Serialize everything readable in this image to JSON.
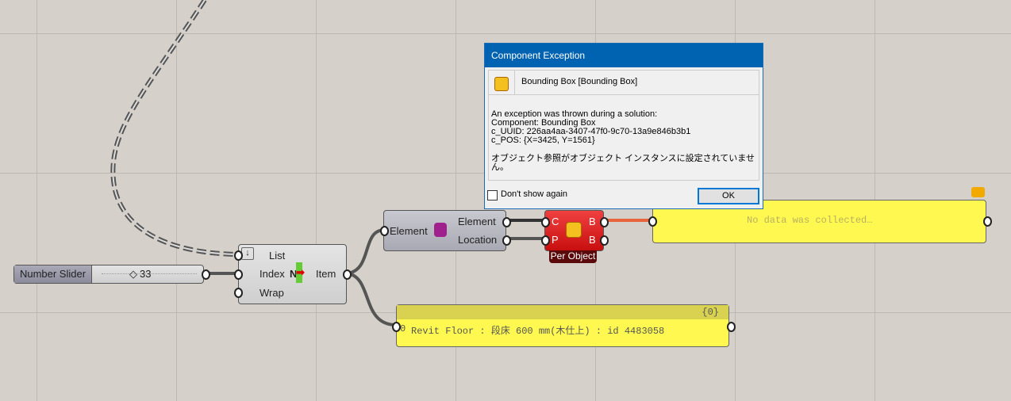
{
  "slider": {
    "label": "Number Slider",
    "value": "33"
  },
  "list_item": {
    "inputs": [
      "List",
      "Index",
      "Wrap"
    ],
    "output": "Item",
    "icon_letter": "N"
  },
  "element_comp": {
    "input": "Element",
    "outputs": [
      "Element",
      "Location"
    ]
  },
  "bbox_comp": {
    "inputs": [
      "C",
      "P"
    ],
    "outputs": [
      "B",
      "B"
    ],
    "tag": "Per Object"
  },
  "panel_empty": {
    "text": "No data was collected…"
  },
  "panel_data": {
    "path": "{0}",
    "index": "0",
    "value": "Revit Floor : 段床 600 mm(木仕上) : id 4483058"
  },
  "dialog": {
    "title": "Component Exception",
    "component": "Bounding Box [Bounding Box]",
    "lines": [
      "An exception was thrown during a solution:",
      "Component: Bounding Box",
      "c_UUID:  226aa4aa-3407-47f0-9c70-13a9e846b3b1",
      "c_POS: {X=3425, Y=1561}"
    ],
    "message": "オブジェクト参照がオブジェクト インスタンスに設定されていません。",
    "checkbox_label": "Don't show again",
    "ok": "OK"
  }
}
